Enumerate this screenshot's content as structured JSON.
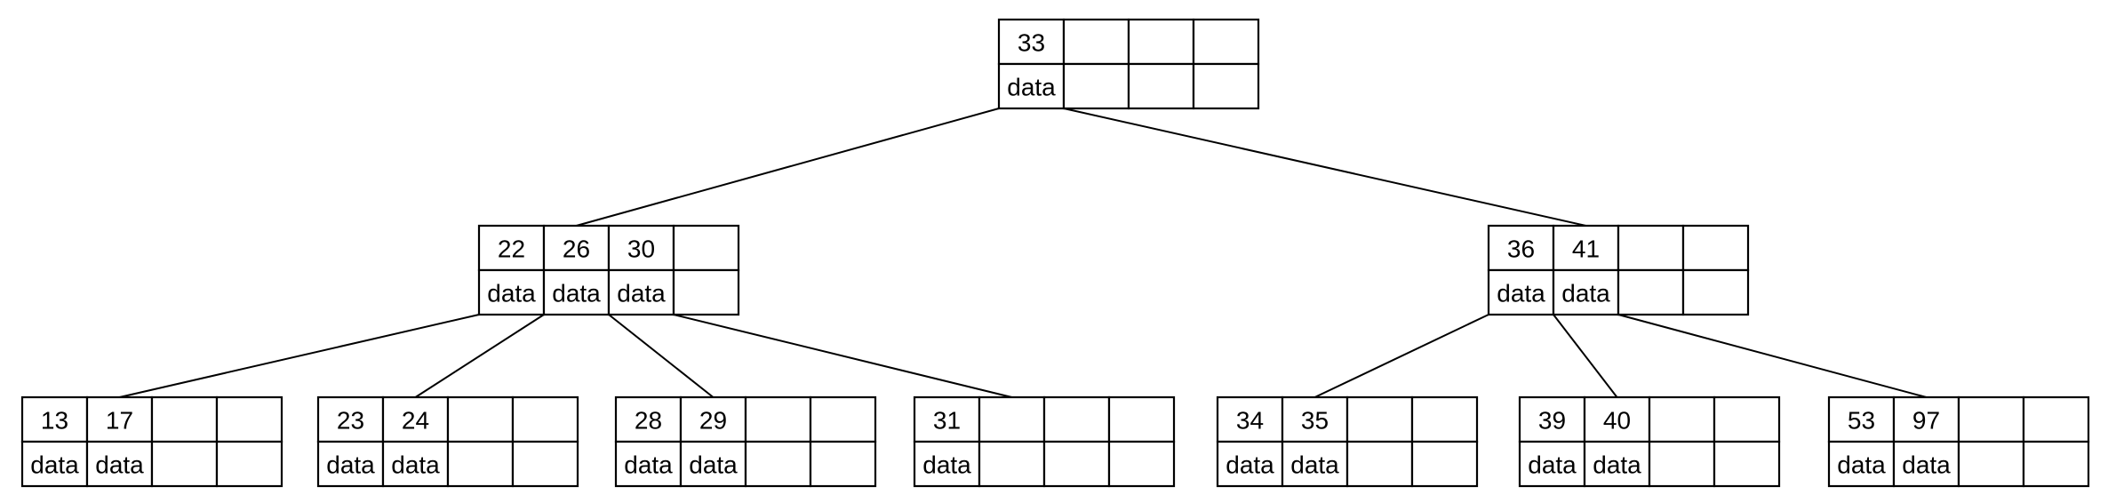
{
  "tree": {
    "data_label": "data",
    "slots_per_node": 4,
    "nodes": [
      {
        "id": "root",
        "keys": [
          "33"
        ],
        "has_data": [
          true,
          false,
          false,
          false
        ]
      },
      {
        "id": "mid-a",
        "keys": [
          "22",
          "26",
          "30"
        ],
        "has_data": [
          true,
          true,
          true,
          false
        ]
      },
      {
        "id": "mid-b",
        "keys": [
          "36",
          "41"
        ],
        "has_data": [
          true,
          true,
          false,
          false
        ]
      },
      {
        "id": "leaf-1",
        "keys": [
          "13",
          "17"
        ],
        "has_data": [
          true,
          true,
          false,
          false
        ]
      },
      {
        "id": "leaf-2",
        "keys": [
          "23",
          "24"
        ],
        "has_data": [
          true,
          true,
          false,
          false
        ]
      },
      {
        "id": "leaf-3",
        "keys": [
          "28",
          "29"
        ],
        "has_data": [
          true,
          true,
          false,
          false
        ]
      },
      {
        "id": "leaf-4",
        "keys": [
          "31"
        ],
        "has_data": [
          true,
          false,
          false,
          false
        ]
      },
      {
        "id": "leaf-5",
        "keys": [
          "34",
          "35"
        ],
        "has_data": [
          true,
          true,
          false,
          false
        ]
      },
      {
        "id": "leaf-6",
        "keys": [
          "39",
          "40"
        ],
        "has_data": [
          true,
          true,
          false,
          false
        ]
      },
      {
        "id": "leaf-7",
        "keys": [
          "53",
          "97"
        ],
        "has_data": [
          true,
          true,
          false,
          false
        ]
      }
    ],
    "edges": [
      {
        "from": "root",
        "pointer": 0,
        "to": "mid-a"
      },
      {
        "from": "root",
        "pointer": 1,
        "to": "mid-b"
      },
      {
        "from": "mid-a",
        "pointer": 0,
        "to": "leaf-1"
      },
      {
        "from": "mid-a",
        "pointer": 1,
        "to": "leaf-2"
      },
      {
        "from": "mid-a",
        "pointer": 2,
        "to": "leaf-3"
      },
      {
        "from": "mid-a",
        "pointer": 3,
        "to": "leaf-4"
      },
      {
        "from": "mid-b",
        "pointer": 0,
        "to": "leaf-5"
      },
      {
        "from": "mid-b",
        "pointer": 1,
        "to": "leaf-6"
      },
      {
        "from": "mid-b",
        "pointer": 2,
        "to": "leaf-7"
      }
    ]
  }
}
